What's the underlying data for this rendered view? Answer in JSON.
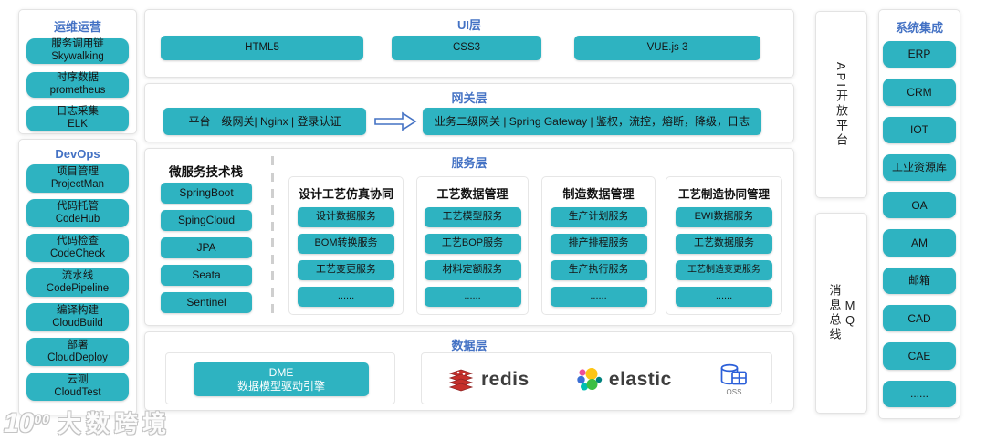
{
  "colors": {
    "accent_teal": "#2eb3c1",
    "title_blue": "#4472c4",
    "oss_blue": "#2b5fd9",
    "redis_red": "#c6302b"
  },
  "left": {
    "ops": {
      "title": "运维运营",
      "items": [
        {
          "line1": "服务调用链",
          "line2": "Skywalking"
        },
        {
          "line1": "时序数据",
          "line2": "prometheus"
        },
        {
          "line1": "日志采集",
          "line2": "ELK"
        }
      ]
    },
    "devops": {
      "title": "DevOps",
      "items": [
        {
          "line1": "项目管理",
          "line2": "ProjectMan"
        },
        {
          "line1": "代码托管",
          "line2": "CodeHub"
        },
        {
          "line1": "代码检查",
          "line2": "CodeCheck"
        },
        {
          "line1": "流水线",
          "line2": "CodePipeline"
        },
        {
          "line1": "编译构建",
          "line2": "CloudBuild"
        },
        {
          "line1": "部署",
          "line2": "CloudDeploy"
        },
        {
          "line1": "云测",
          "line2": "CloudTest"
        }
      ]
    }
  },
  "ui_layer": {
    "title": "UI层",
    "items": [
      "HTML5",
      "CSS3",
      "VUE.js 3"
    ]
  },
  "gateway_layer": {
    "title": "网关层",
    "primary": "平台一级网关| Nginx | 登录认证",
    "secondary": "业务二级网关 | Spring Gateway | 鉴权，流控，熔断，降级，日志"
  },
  "service_layer": {
    "title": "服务层",
    "stack": {
      "title": "微服务技术栈",
      "items": [
        "SpringBoot",
        "SpingCloud",
        "JPA",
        "Seata",
        "Sentinel"
      ]
    },
    "groups": [
      {
        "title": "设计工艺仿真协同",
        "items": [
          "设计数据服务",
          "BOM转换服务",
          "工艺变更服务",
          "......"
        ]
      },
      {
        "title": "工艺数据管理",
        "items": [
          "工艺模型服务",
          "工艺BOP服务",
          "材料定额服务",
          "......"
        ]
      },
      {
        "title": "制造数据管理",
        "items": [
          "生产计划服务",
          "排产排程服务",
          "生产执行服务",
          "......"
        ]
      },
      {
        "title": "工艺制造协同管理",
        "items": [
          "EWI数据服务",
          "工艺数据服务",
          "工艺制造变更服务",
          "......"
        ]
      }
    ]
  },
  "data_layer": {
    "title": "数据层",
    "dme": {
      "line1": "DME",
      "line2": "数据模型驱动引擎"
    },
    "redis_label": "redis",
    "elastic_label": "elastic",
    "oss_label": "OSS"
  },
  "vertical_panels": {
    "api": {
      "label": "API开放平台"
    },
    "mq": {
      "line1": "消息总线",
      "line2": "MQ"
    }
  },
  "integration": {
    "title": "系统集成",
    "items": [
      "ERP",
      "CRM",
      "IOT",
      "工业资源库",
      "OA",
      "AM",
      "邮箱",
      "CAD",
      "CAE",
      "......"
    ]
  },
  "watermark": {
    "logo": "10",
    "logo_sup": "00",
    "text": "大数跨境"
  }
}
